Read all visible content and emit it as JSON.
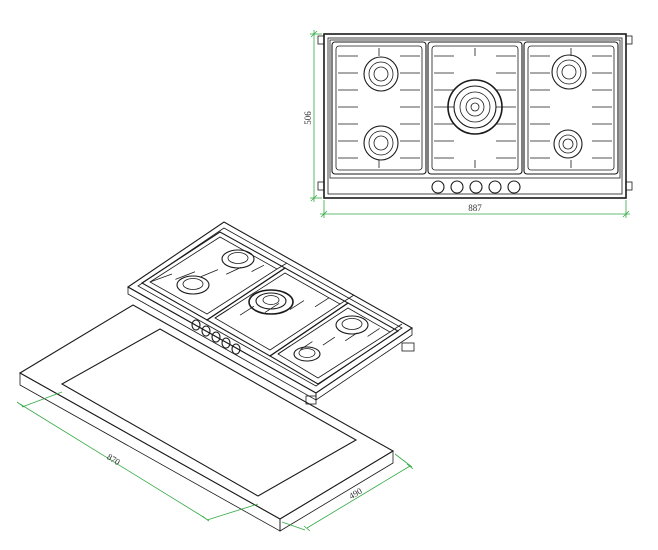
{
  "drawing": {
    "colors": {
      "line": "#1a1a1a",
      "dimension": "#33aa44",
      "text": "#333333",
      "background": "#ffffff"
    },
    "top_view": {
      "width_label": "887",
      "depth_label": "506",
      "burner_count": 5,
      "knob_count": 5
    },
    "cutout": {
      "width_label": "870",
      "depth_label": "490"
    }
  }
}
